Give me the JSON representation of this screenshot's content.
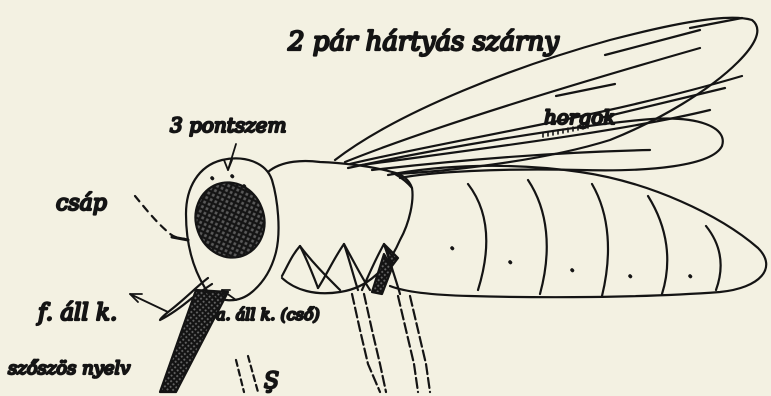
{
  "diagram": {
    "ink_color": "#141414",
    "paper_color": "#f3f1e2",
    "labels": {
      "wings": "2 pár hártyás szárny",
      "hooks": "horgok",
      "ocelli": "3 pontszem",
      "antenna": "csáp",
      "upper_jaw": "f. áll k.",
      "lower_jaw": "a. áll k. (cső)",
      "tongue": "szőszös nyelv",
      "glyph": "Ş"
    }
  }
}
